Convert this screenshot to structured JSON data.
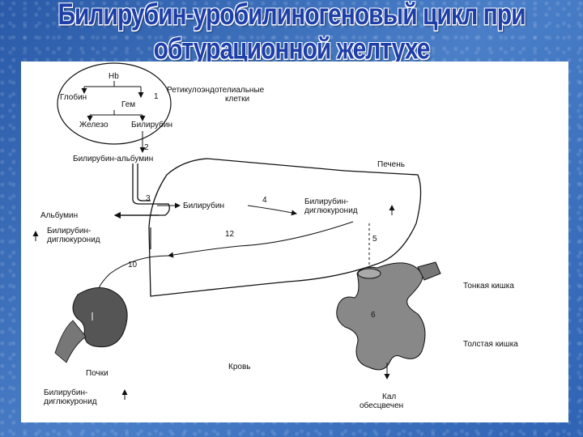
{
  "title": "Билирубин-уробилиногеновый цикл при обтурационной желтухе",
  "labels": {
    "hb": "Hb",
    "globin": "Глобин",
    "gem": "Гем",
    "iron": "Железо",
    "bilirubin_cell": "Билирубин",
    "re_cells_1": "Ретикулоэндотелиальные",
    "re_cells_2": "клетки",
    "bilirubin_albumin": "Билирубин-альбумин",
    "liver": "Печень",
    "bilirubin_liver": "Билирубин",
    "conj_1": "Билирубин-",
    "conj_2": "диглюкуронид",
    "albumin": "Альбумин",
    "blood_conj_1": "Билирубин-",
    "blood_conj_2": "диглюкуронид",
    "small_intestine": "Тонкая кишка",
    "large_intestine": "Толстая кишка",
    "kidneys": "Почки",
    "blood": "Кровь",
    "urine_conj_1": "Билирубин-",
    "urine_conj_2": "диглюкуронид",
    "feces_1": "Кал",
    "feces_2": "обесцвечен"
  },
  "steps": {
    "s1": "1",
    "s2": "2",
    "s3": "3",
    "s4": "4",
    "s5": "5",
    "s6": "6",
    "s10": "10",
    "s12": "12"
  }
}
